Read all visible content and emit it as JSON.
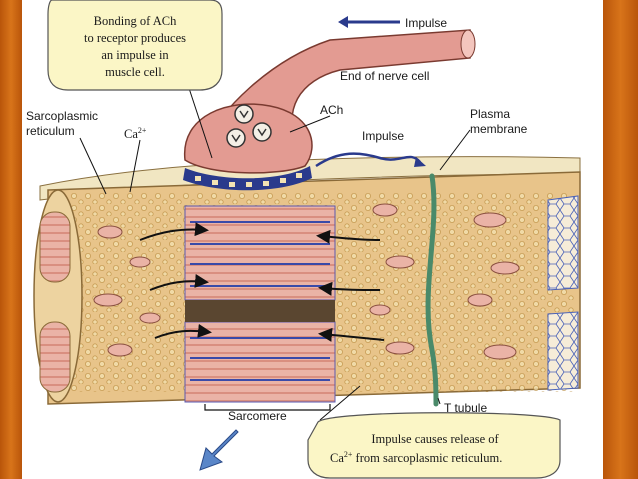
{
  "labels": {
    "impulse_top": "Impulse",
    "end_nerve": "End of nerve cell",
    "ach": "ACh",
    "impulse_mid": "Impulse",
    "plasma_1": "Plasma",
    "plasma_2": "membrane",
    "sarco_1": "Sarcoplasmic",
    "sarco_2": "reticulum",
    "ca": "Ca",
    "ca_sup": "2+",
    "sarcomere": "Sarcomere",
    "t_tubule": "T tubule"
  },
  "callouts": {
    "top": [
      "Bonding of ACh",
      "to receptor produces",
      "an impulse in",
      "muscle cell."
    ],
    "bottom_1": "Impulse causes release of",
    "bottom_2_ca": "Ca",
    "bottom_2_sup": "2+",
    "bottom_2_rest": " from sarcoplasmic reticulum."
  },
  "colors": {
    "frame": "#c8620e",
    "fiber_tan": "#e8c48a",
    "myofibril_pink": "#eab3a6",
    "nerve_pink": "#e39b92",
    "callout_bg": "#fbf6c6",
    "arrow_blue": "#2a3a8c",
    "t_tubule_green": "#4a8a6a"
  }
}
